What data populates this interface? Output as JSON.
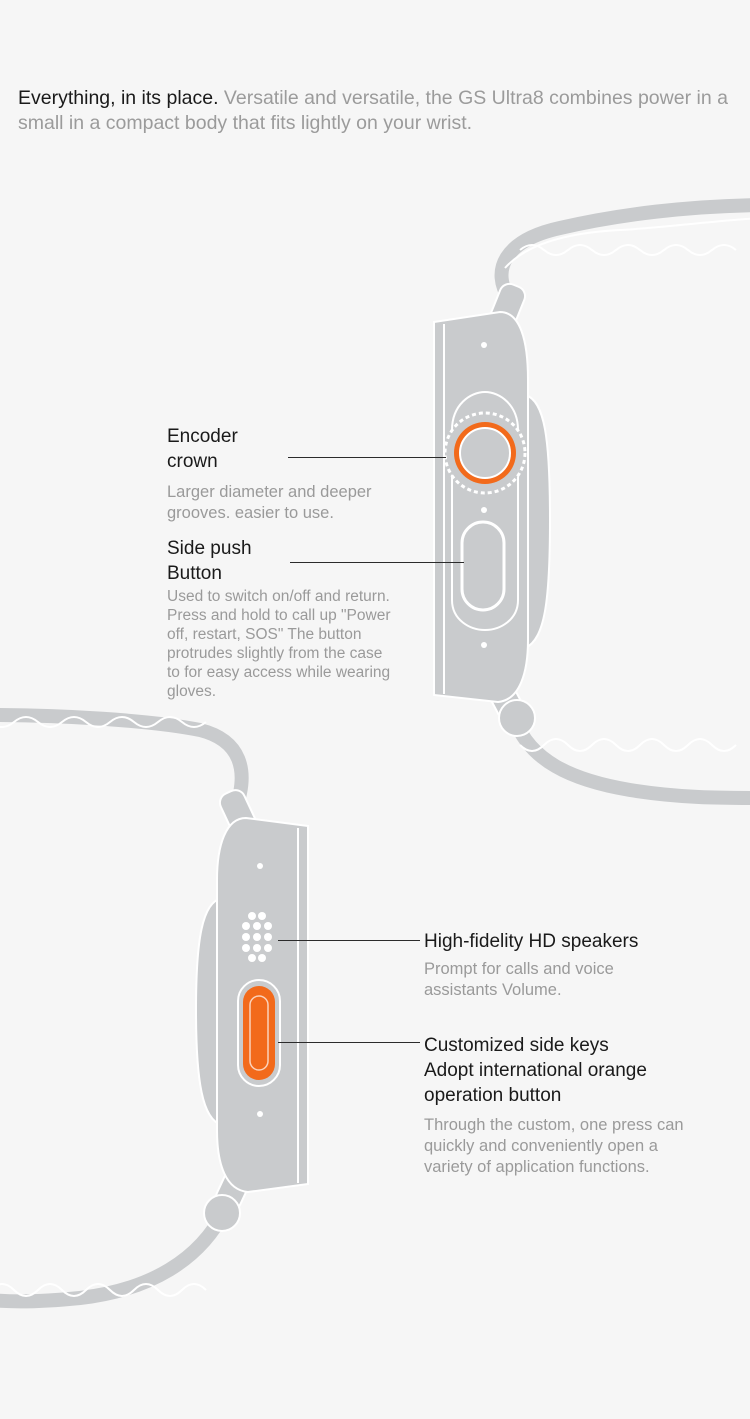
{
  "intro": {
    "lead": "Everything, in its place.",
    "rest": " Versatile and versatile, the GS Ultra8 combines power in a small in a compact body that fits lightly on your wrist."
  },
  "callouts": {
    "encoder": {
      "title": "Encoder\ncrown",
      "desc": "Larger diameter and deeper\ngrooves. easier to use."
    },
    "side_push": {
      "title": "Side push\nButton",
      "desc": "Used to switch on/off and return.\nPress and hold to call up \"Power\noff, restart, SOS\" The button\nprotrudes slightly from the case\nto for easy access while wearing\ngloves."
    },
    "speakers": {
      "title": "High-fidelity HD speakers",
      "desc": "Prompt for calls and voice\nassistants Volume."
    },
    "side_keys": {
      "title": "Customized side keys\nAdopt international orange\noperation button",
      "desc": "Through the custom, one press can\nquickly and conveniently open a\nvariety of application functions."
    }
  },
  "colors": {
    "background": "#f6f6f6",
    "watch_body": "#c9cbcd",
    "watch_outline": "#ffffff",
    "accent_orange": "#f26a1b"
  }
}
